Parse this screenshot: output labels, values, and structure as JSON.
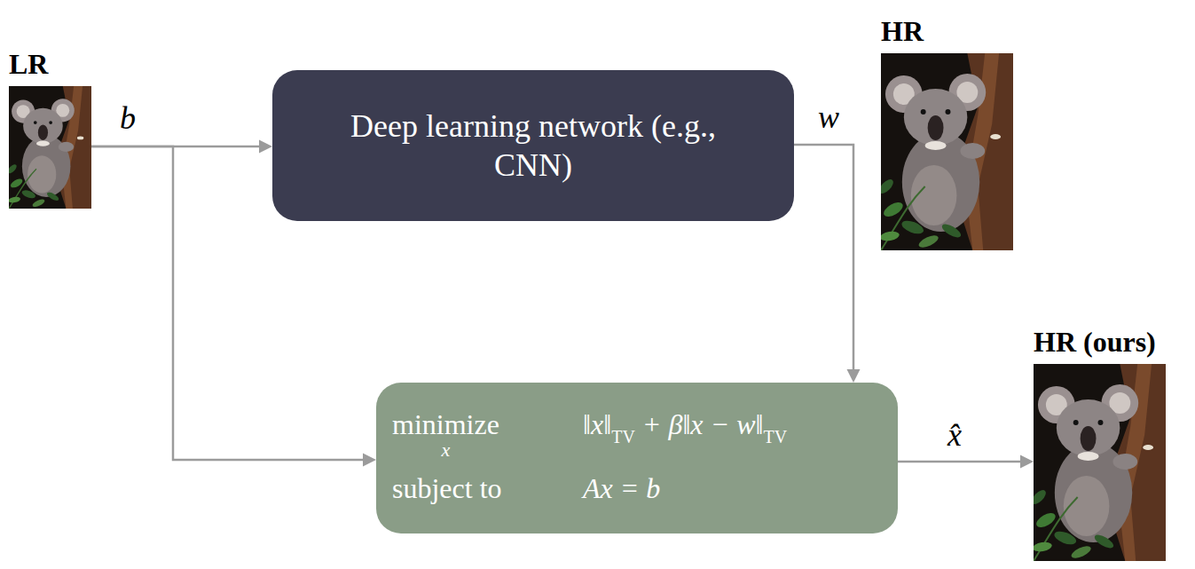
{
  "diagram": {
    "nodes": [
      {
        "text": [
          "LR"
        ]
      },
      {
        "text": [
          "Deep learning network (e.g., CNN)"
        ]
      },
      {
        "text": [
          "HR"
        ]
      },
      {
        "text": [
          "minimize",
          "x",
          "‖x‖",
          "TV",
          "+ β‖x − w‖",
          "TV",
          "subject to",
          "Ax = b"
        ]
      },
      {
        "text": [
          "HR (ours)"
        ]
      }
    ],
    "edges": [
      {
        "from": 0,
        "to": 1,
        "arrow": "to",
        "label": "b"
      },
      {
        "from": 0,
        "to": 3,
        "arrow": "to"
      },
      {
        "from": 1,
        "to": 3,
        "arrow": "to",
        "label": "w"
      },
      {
        "from": 3,
        "to": 4,
        "arrow": "to",
        "label": "x̂"
      }
    ]
  }
}
